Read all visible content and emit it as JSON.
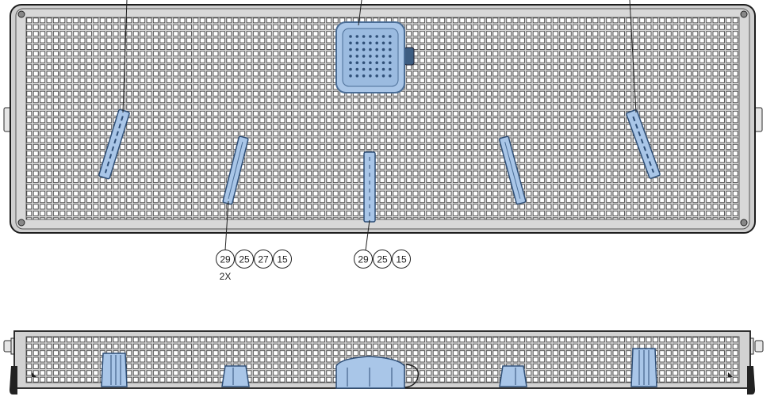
{
  "colors": {
    "tray_fill": "#d6d6d6",
    "tray_stroke": "#2a2a2a",
    "hole_fill": "#ffffff",
    "holder_fill": "#a9c6e8",
    "holder_stroke": "#4a6d96",
    "line": "#333333"
  },
  "callouts": {
    "left": {
      "balloons": [
        "29",
        "25",
        "27",
        "15"
      ],
      "multiplier": "2X"
    },
    "center": {
      "balloons": [
        "29",
        "25",
        "15"
      ]
    }
  }
}
